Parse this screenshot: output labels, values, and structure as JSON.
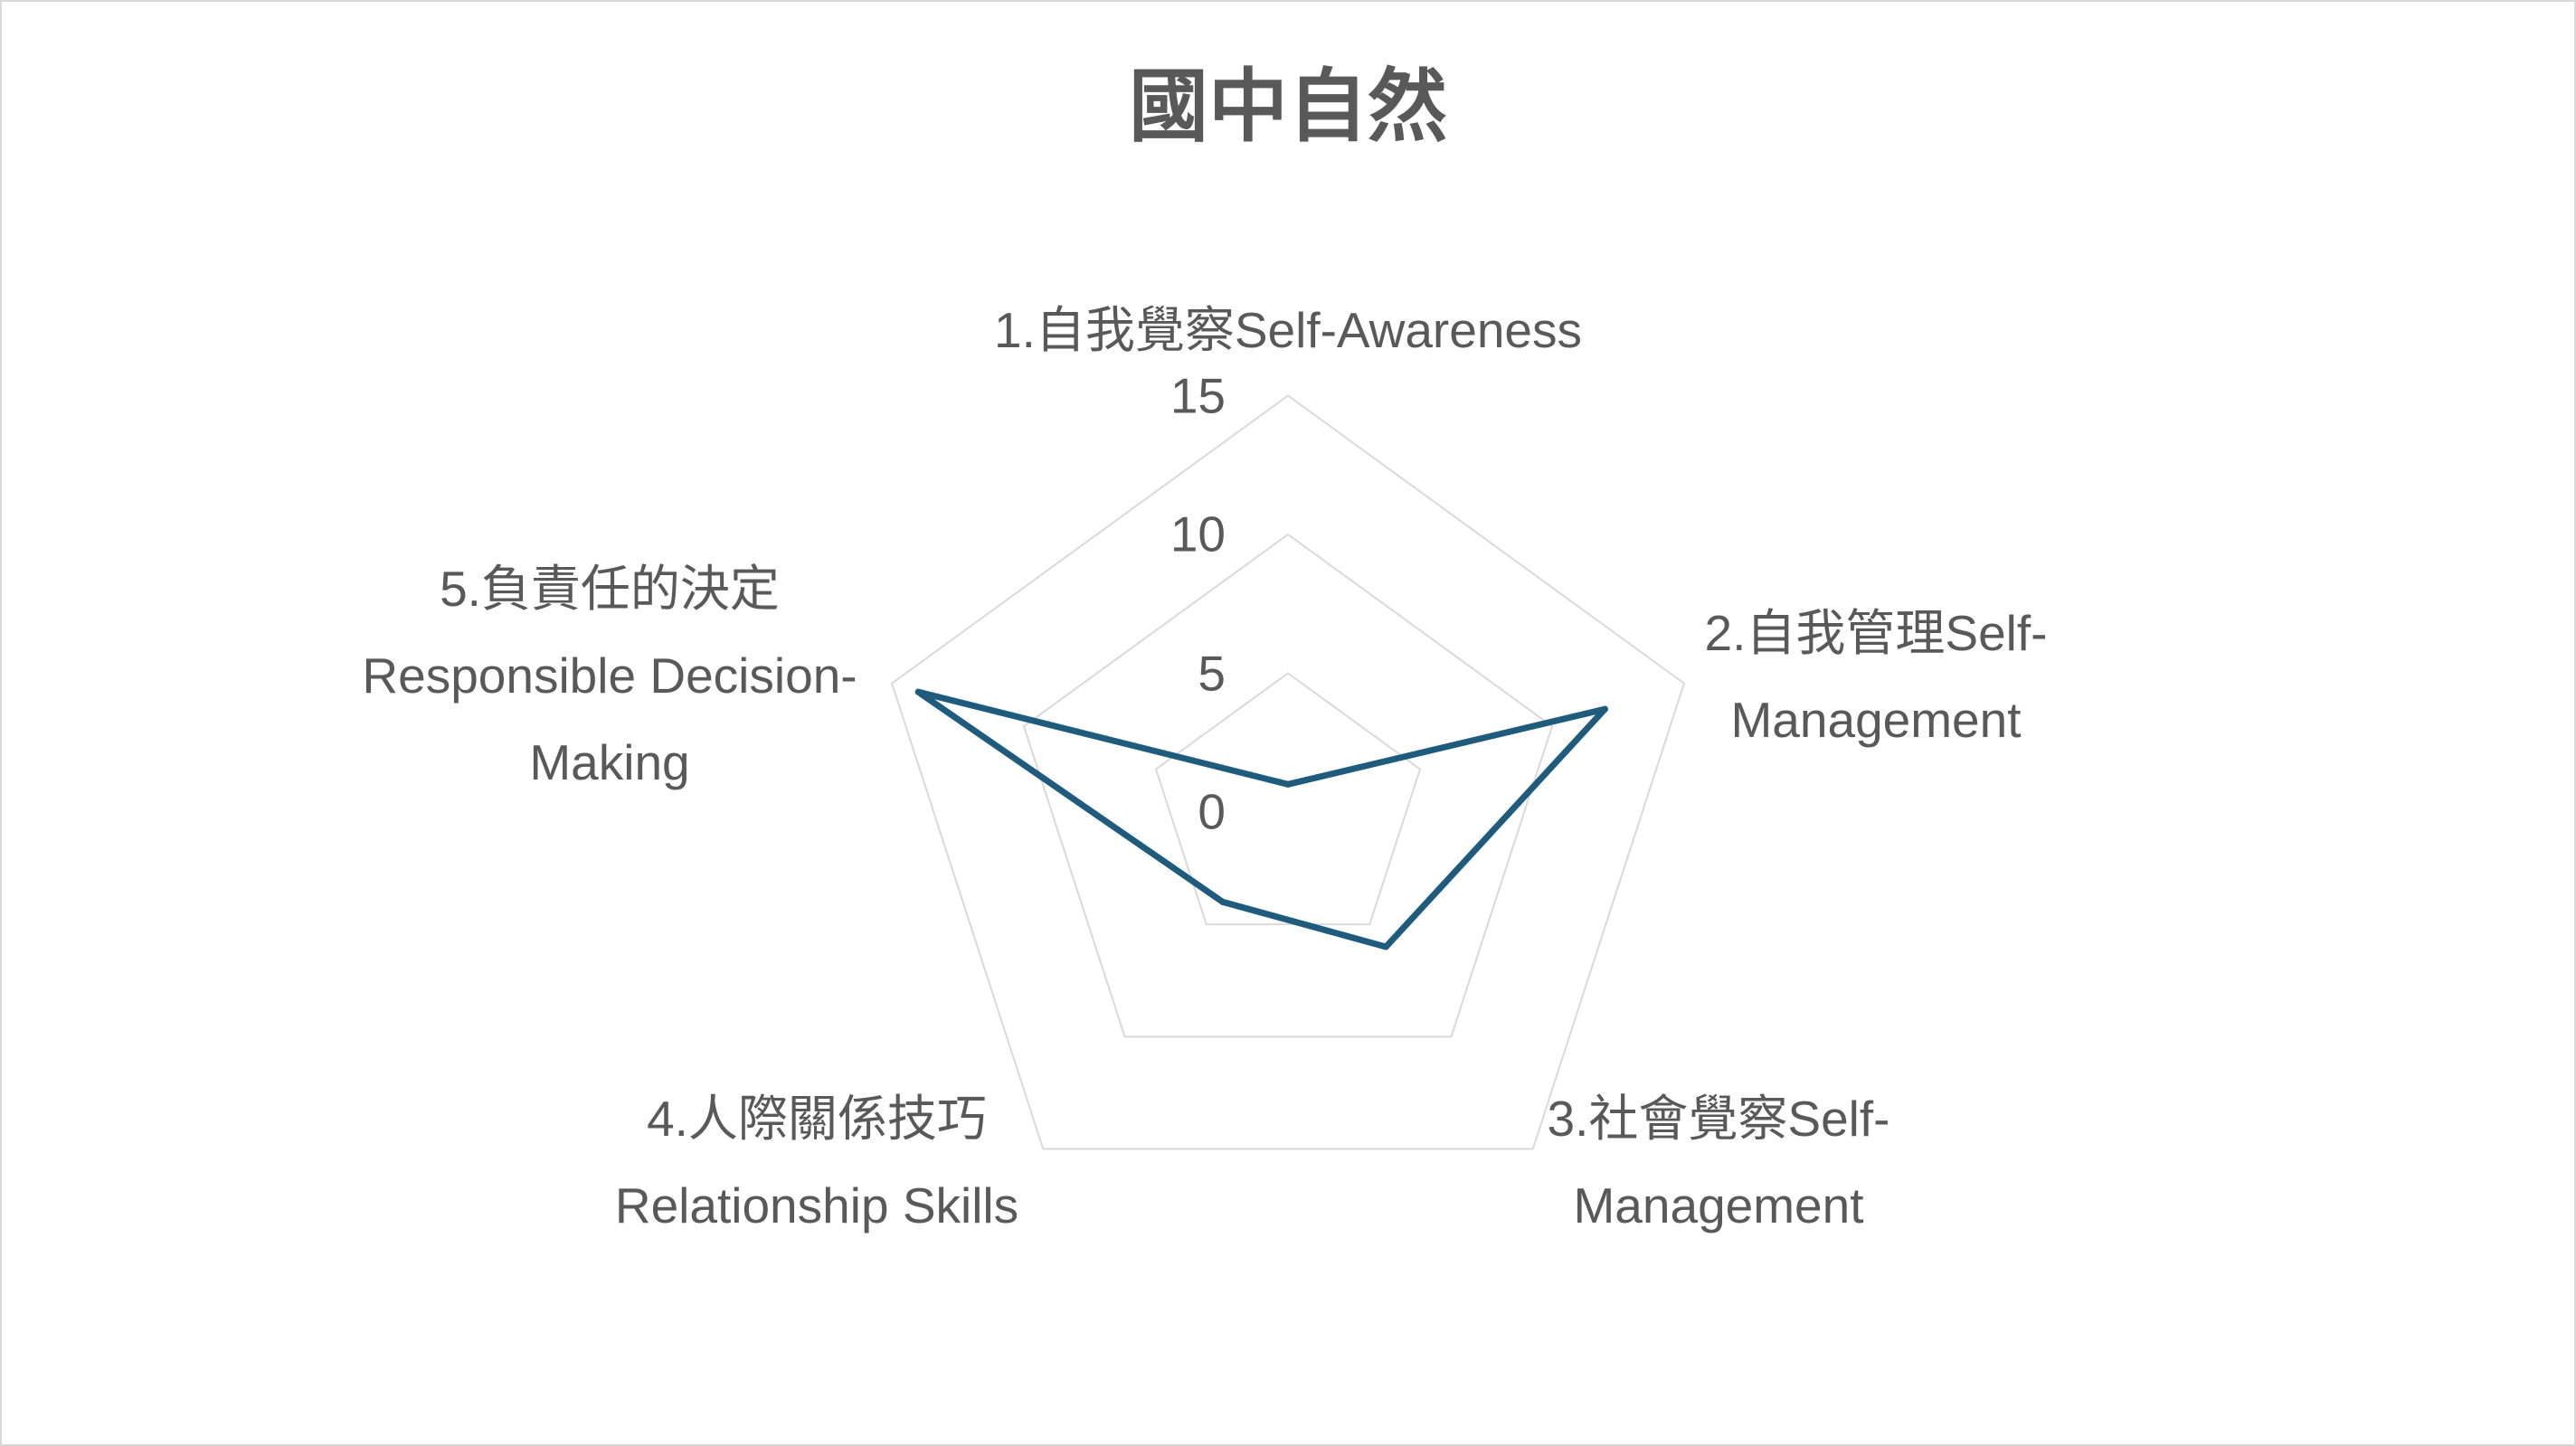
{
  "chart_data": {
    "type": "radar",
    "title": "國中自然",
    "categories": [
      "1.自我覺察Self-Awareness",
      "2.自我管理Self-Management",
      "3.社會覺察Self-Management",
      "4.人際關係技巧Relationship Skills",
      "5.負責任的決定Responsible Decision-Making"
    ],
    "series": [
      {
        "values": [
          1,
          12,
          6,
          4,
          14
        ],
        "color": "#1F5B7D"
      }
    ],
    "ylim": [
      0,
      15
    ],
    "yticks": [
      0,
      5,
      10,
      15
    ],
    "grid": true,
    "legend": false
  },
  "colors": {
    "text": "#595959",
    "grid": "#D9D9D9",
    "border": "#D9D9D9",
    "background": "#FFFFFF"
  }
}
